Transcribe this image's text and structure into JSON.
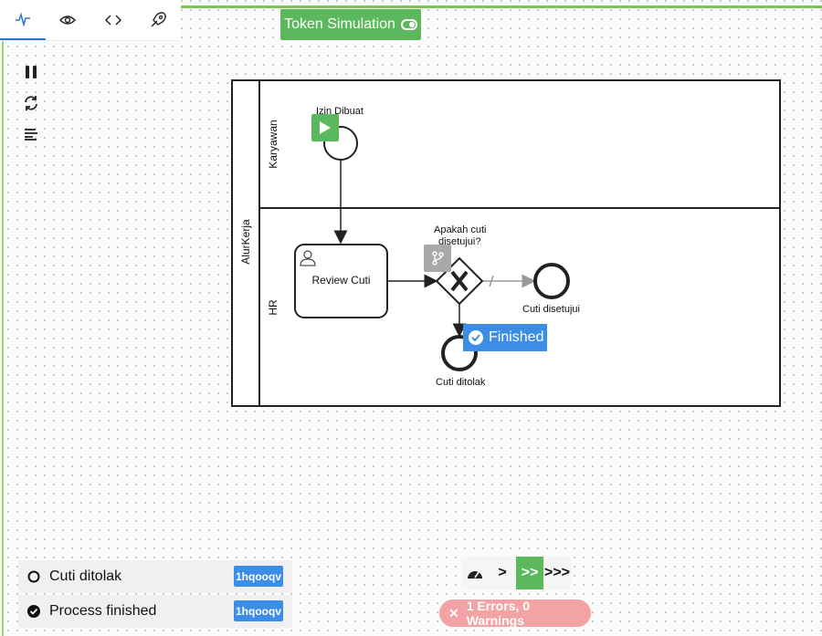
{
  "toggle": {
    "label": "Token Simulation"
  },
  "tabs": [
    {
      "name": "simulation",
      "icon": "activity-icon"
    },
    {
      "name": "view",
      "icon": "eye-icon"
    },
    {
      "name": "code",
      "icon": "code-icon"
    },
    {
      "name": "deploy",
      "icon": "rocket-icon"
    }
  ],
  "palette": [
    "pause-icon",
    "reset-icon",
    "log-icon"
  ],
  "diagram": {
    "pool_label": "AlurKerja",
    "lanes": [
      "Karyawan",
      "HR"
    ],
    "start_event": "Izin Dibuat",
    "task": "Review Cuti",
    "gateway_line1": "Apakah cuti",
    "gateway_line2": "disetujui?",
    "end_approved": "Cuti disetujui",
    "end_rejected": "Cuti ditolak",
    "finished_label": "Finished"
  },
  "log": [
    {
      "text": "Cuti ditolak",
      "badge": "1hqooqv",
      "icon": "circle-outline-icon"
    },
    {
      "text": "Process finished",
      "badge": "1hqooqv",
      "icon": "check-circle-icon"
    }
  ],
  "speed": {
    "buttons": [
      ">",
      ">>",
      ">>>"
    ],
    "active_index": 1
  },
  "status": {
    "errors_label": "1 Errors, 0 Warnings"
  },
  "colors": {
    "accent_green": "#52b415",
    "accent_blue": "#1e88e5",
    "error_pink": "#f3a3a3"
  }
}
